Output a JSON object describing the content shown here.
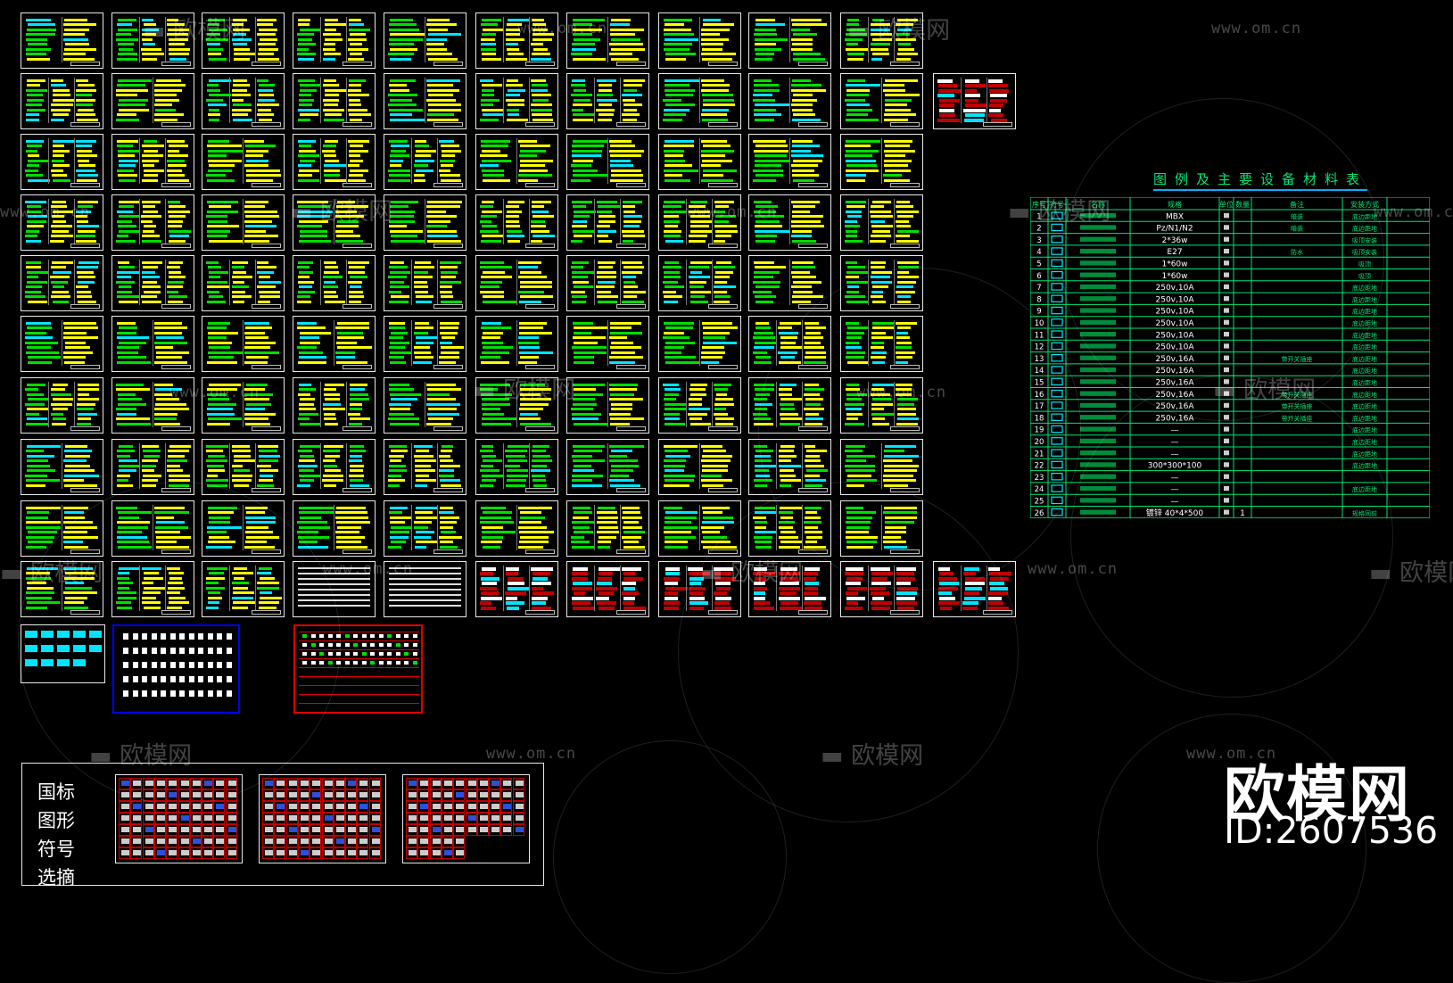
{
  "watermark": {
    "brand": "欧模网",
    "url": "www.om.cn"
  },
  "legend": {
    "title": "图例及主要设备材料表",
    "headers": [
      "序号",
      "符号",
      "名称",
      "规格",
      "单位",
      "数量",
      "备注",
      "安装方式"
    ],
    "rows": [
      {
        "no": "1",
        "spec": "MBX",
        "remark": "暗装",
        "mount": "底边距地"
      },
      {
        "no": "2",
        "spec": "Pz/N1/N2",
        "remark": "暗装",
        "mount": "底边距地"
      },
      {
        "no": "3",
        "spec": "2*36w",
        "remark": "",
        "mount": "吸顶安装"
      },
      {
        "no": "4",
        "spec": "E27",
        "remark": "防水",
        "mount": "吸顶安装"
      },
      {
        "no": "5",
        "spec": "1*60w",
        "remark": "",
        "mount": "吸顶"
      },
      {
        "no": "6",
        "spec": "1*60w",
        "remark": "",
        "mount": "吸顶"
      },
      {
        "no": "7",
        "spec": "250v,10A",
        "remark": "",
        "mount": "底边距地"
      },
      {
        "no": "8",
        "spec": "250v,10A",
        "remark": "",
        "mount": "底边距地"
      },
      {
        "no": "9",
        "spec": "250v,10A",
        "remark": "",
        "mount": "底边距地"
      },
      {
        "no": "10",
        "spec": "250v,10A",
        "remark": "",
        "mount": "底边距地"
      },
      {
        "no": "11",
        "spec": "250v,10A",
        "remark": "",
        "mount": "底边距地"
      },
      {
        "no": "12",
        "spec": "250v,10A",
        "remark": "",
        "mount": "底边距地"
      },
      {
        "no": "13",
        "spec": "250v,16A",
        "remark": "带开关插座",
        "mount": "底边距地"
      },
      {
        "no": "14",
        "spec": "250v,16A",
        "remark": "",
        "mount": "底边距地"
      },
      {
        "no": "15",
        "spec": "250v,16A",
        "remark": "",
        "mount": "底边距地"
      },
      {
        "no": "16",
        "spec": "250v,16A",
        "remark": "带开关插座",
        "mount": "底边距地"
      },
      {
        "no": "17",
        "spec": "250v,16A",
        "remark": "带开关插座",
        "mount": "底边距地"
      },
      {
        "no": "18",
        "spec": "250v,16A",
        "remark": "带开关插座",
        "mount": "底边距地"
      },
      {
        "no": "19",
        "spec": "—",
        "remark": "",
        "mount": "底边距地"
      },
      {
        "no": "20",
        "spec": "—",
        "remark": "",
        "mount": "底边距地"
      },
      {
        "no": "21",
        "spec": "—",
        "remark": "",
        "mount": "底边距地"
      },
      {
        "no": "22",
        "spec": "300*300*100",
        "remark": "",
        "mount": "底边距地"
      },
      {
        "no": "23",
        "spec": "—",
        "remark": "",
        "mount": ""
      },
      {
        "no": "24",
        "spec": "—",
        "remark": "",
        "mount": "底边距地"
      },
      {
        "no": "25",
        "spec": "—",
        "remark": "",
        "mount": ""
      },
      {
        "no": "26",
        "spec": "镀锌 40*4*500",
        "qty": "1",
        "remark": "",
        "mount": "规格同前"
      }
    ]
  },
  "symbols_panel": {
    "label": "国标图形符号选摘"
  },
  "brand_mark": {
    "name": "欧模网",
    "id_text": "ID:2607536"
  },
  "colors": {
    "background": "#000000",
    "frame": "#e8e8e8",
    "yellow": "#ffff00",
    "green": "#00e000",
    "cyan": "#00e5ff",
    "red": "#c00000",
    "blue": "#0000ff",
    "table_line": "#00e676"
  }
}
